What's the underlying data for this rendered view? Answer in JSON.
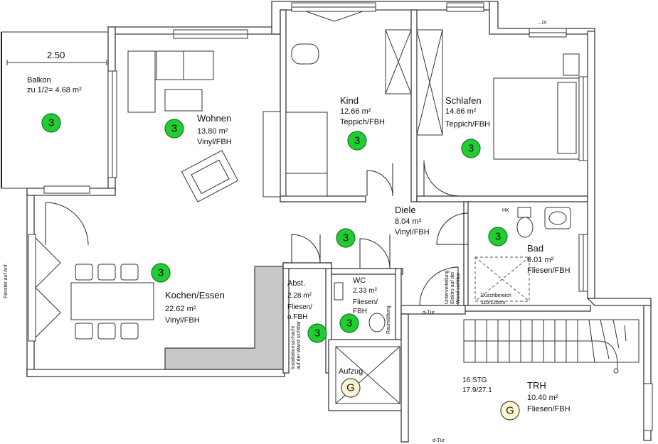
{
  "dimension": "2.50",
  "rooms": {
    "balkon": {
      "name": "Balkon",
      "area": "zu 1/2= 4.68 m²",
      "badge": "3"
    },
    "wohnen": {
      "name": "Wohnen",
      "area": "13.80 m²",
      "floor": "Vinyl/FBH",
      "badge": "3"
    },
    "kind": {
      "name": "Kind",
      "area": "12.66 m²",
      "floor": "Teppich/FBH",
      "badge": "3"
    },
    "schlafen": {
      "name": "Schlafen",
      "area": "14.86 m²",
      "floor": "Teppich/FBH",
      "badge": "3"
    },
    "diele": {
      "name": "Diele",
      "area": "8.04 m²",
      "floor": "Vinyl/FBH",
      "badge": "3"
    },
    "bad": {
      "name": "Bad",
      "area": "6.01 m²",
      "floor": "Fliesen/FBH",
      "badge": "3"
    },
    "kochen": {
      "name": "Kochen/Essen",
      "area": "22.62 m²",
      "floor": "Vinyl/FBH",
      "badge": "3"
    },
    "abst": {
      "name": "Abst.",
      "area": "2.28 m²",
      "floor1": "Fliesen/",
      "floor2": "o.FBH",
      "badge": "3"
    },
    "wc": {
      "name": "WC",
      "area": "2.33 m²",
      "floor1": "Fliesen/",
      "floor2": "FBH",
      "badge": "3"
    },
    "aufzug": {
      "name": "Aufzug",
      "badge": "G"
    },
    "trh": {
      "name": "TRH",
      "area": "10.40 m²",
      "floor": "Fliesen/FBH",
      "badge": "G",
      "steps": "16 STG",
      "step_size": "17.9/27.1"
    }
  },
  "notes": {
    "door_type_1": "d-Tür",
    "door_type_2": "d-Tür",
    "dusche_1": "Duschbereich",
    "dusche_2": "110/120cm",
    "raumluftung": "Raumlüftung",
    "install_1": "Installationsschacht",
    "install_2": "auf der Wand sichtbar",
    "unterverteilung_1": "Unterverteilung",
    "unterverteilung_2": "Elektro auf der",
    "unterverteilung_3": "Wand sichtbar",
    "hk": "HK",
    "edge_1": "Fenster auf Anf.",
    "edge_2": "...IX"
  },
  "colors": {
    "badge_green": "#22cc33",
    "badge_yellow": "#fdf8d2",
    "wall_fill": "#c8c8c8"
  }
}
